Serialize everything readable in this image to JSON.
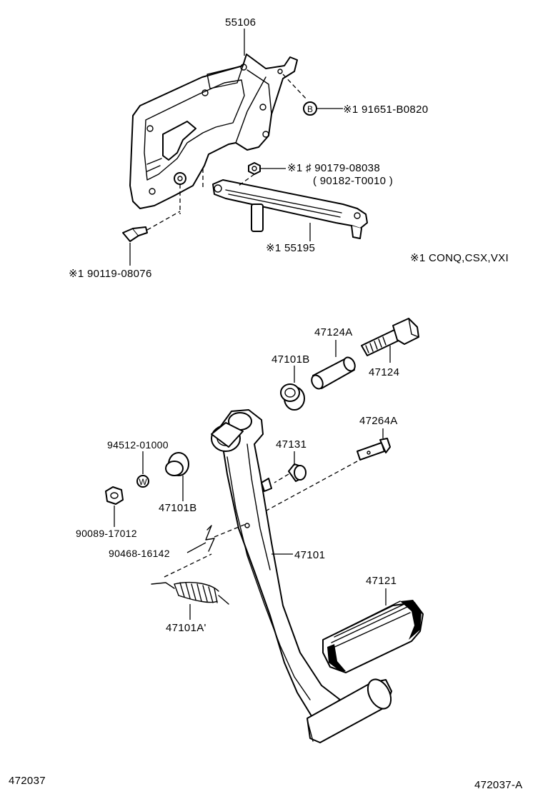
{
  "diagram_id_left": "472037",
  "diagram_id_right": "472037-A",
  "note": "※1 CONQ,CSX,VXI",
  "parts": {
    "bracket_main": "55106",
    "bolt_b": "※1  91651-B0820",
    "bolt_b_marker": "B",
    "nut_top_line1": "※1 ♯ 90179-08038",
    "nut_top_line2": "( 90182-T0010 )",
    "bolt_left": "※1  90119-08076",
    "plate": "※1  55195",
    "collar_a": "47124A",
    "bolt_pivot": "47124",
    "bushing_b_upper": "47101B",
    "pin": "47264A",
    "cushion": "47131",
    "washer": "94512-01000",
    "washer_marker": "W",
    "bushing_b_lower": "47101B",
    "nut": "90089-17012",
    "clip": "90468-16142",
    "pedal_arm": "47101",
    "pedal_pad": "47121",
    "spring": "47101A'"
  }
}
